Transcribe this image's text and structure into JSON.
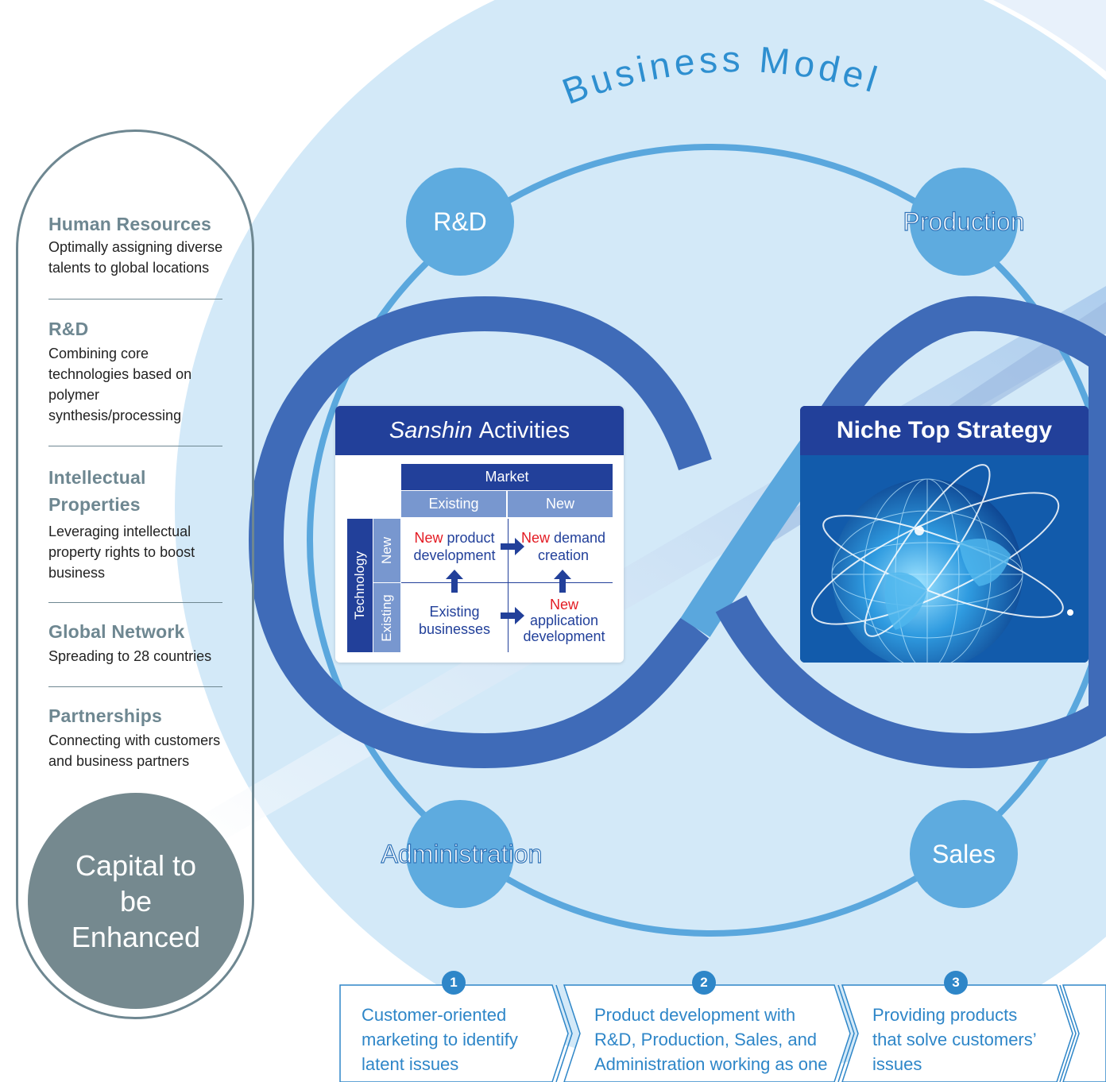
{
  "title": "Business Model",
  "capital": {
    "items": [
      {
        "title": "Human Resources",
        "desc": "Optimally assigning diverse talents to global locations"
      },
      {
        "title": "R&D",
        "desc": "Combining core technologies based on polymer synthesis/processing"
      },
      {
        "title": "Intellectual Properties",
        "desc": "Leveraging intellectual property rights to boost business"
      },
      {
        "title": "Global Network",
        "desc": "Spreading to 28 countries"
      },
      {
        "title": "Partnerships",
        "desc": "Connecting with customers and business partners"
      }
    ],
    "circle_label": "Capital to be Enhanced"
  },
  "functions": {
    "rd": "R&D",
    "production": "Production",
    "administration": "Administration",
    "sales": "Sales"
  },
  "sanshin": {
    "title_italic": "Sanshin",
    "title_rest": "Activities",
    "market_label": "Market",
    "technology_label": "Technology",
    "col_existing": "Existing",
    "col_new": "New",
    "row_new": "New",
    "row_existing": "Existing",
    "cells": {
      "new_product_red": "New",
      "new_product_rest": "product development",
      "new_demand_red": "New",
      "new_demand_rest": "demand creation",
      "existing_business": "Existing businesses",
      "new_application_red": "New",
      "new_application_rest": "application development"
    }
  },
  "niche": {
    "title": "Niche Top Strategy"
  },
  "steps": [
    {
      "num": "1",
      "text": "Customer-oriented marketing to identify latent issues"
    },
    {
      "num": "2",
      "text": "Product development with R&D, Production, Sales, and Administration working as one"
    },
    {
      "num": "3",
      "text": "Providing products that solve customers’ issues"
    }
  ],
  "colors": {
    "circle_bg": "#d3e9f8",
    "function_circle": "#5eabdf",
    "infinity_dark": "#3f6bb8",
    "infinity_light": "#5aa7dd",
    "header_navy": "#22409a",
    "capital_gray": "#75898f",
    "accent_red": "#e31b23"
  }
}
